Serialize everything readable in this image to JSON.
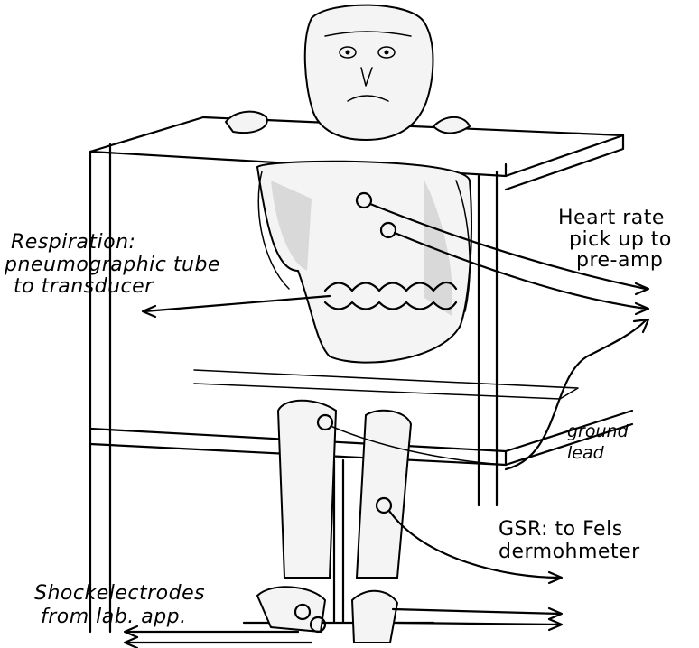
{
  "labels": {
    "respiration": [
      "Respiration:",
      "pneumographic tube",
      "to transducer"
    ],
    "heart_rate": [
      "Heart rate",
      "pick up to",
      "pre-amp"
    ],
    "ground": [
      "ground",
      "lead"
    ],
    "gsr": [
      "GSR: to Fels",
      "dermohmeter"
    ],
    "shock": [
      "Shockelectrodes",
      "from lab. app."
    ]
  },
  "colors": {
    "ink": "#000000",
    "background": "#ffffff"
  }
}
